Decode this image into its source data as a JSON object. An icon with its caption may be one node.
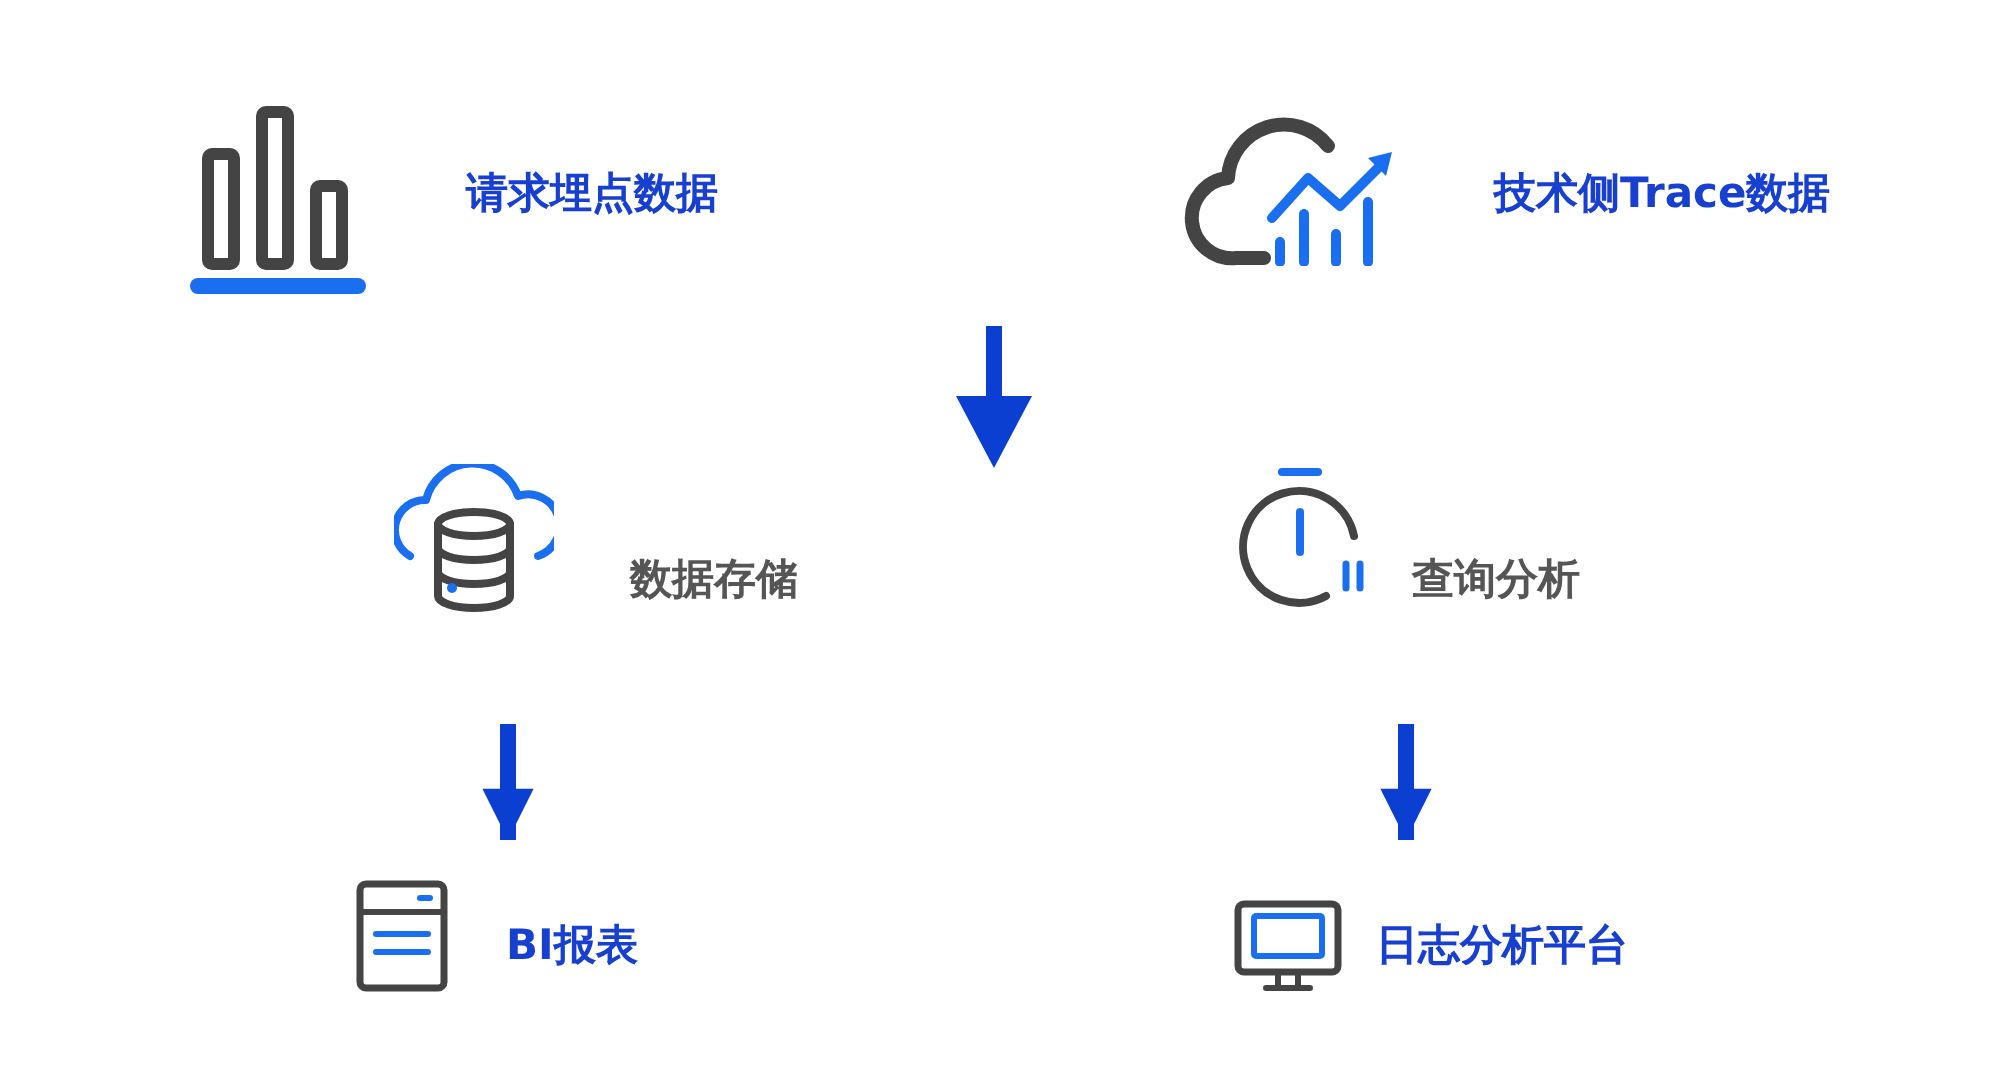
{
  "diagram": {
    "nodes": [
      {
        "text": [
          "请求埋点数据"
        ]
      },
      {
        "text": [
          "技术侧Trace数据"
        ]
      },
      {
        "text": [
          "数据存储"
        ]
      },
      {
        "text": [
          "查询分析"
        ]
      },
      {
        "text": [
          "BI报表"
        ]
      },
      {
        "text": [
          "日志分析平台"
        ]
      }
    ],
    "edges": [
      {
        "from": 2,
        "to": 4,
        "arrow": "to"
      },
      {
        "from": 3,
        "to": 5,
        "arrow": "to"
      }
    ]
  }
}
